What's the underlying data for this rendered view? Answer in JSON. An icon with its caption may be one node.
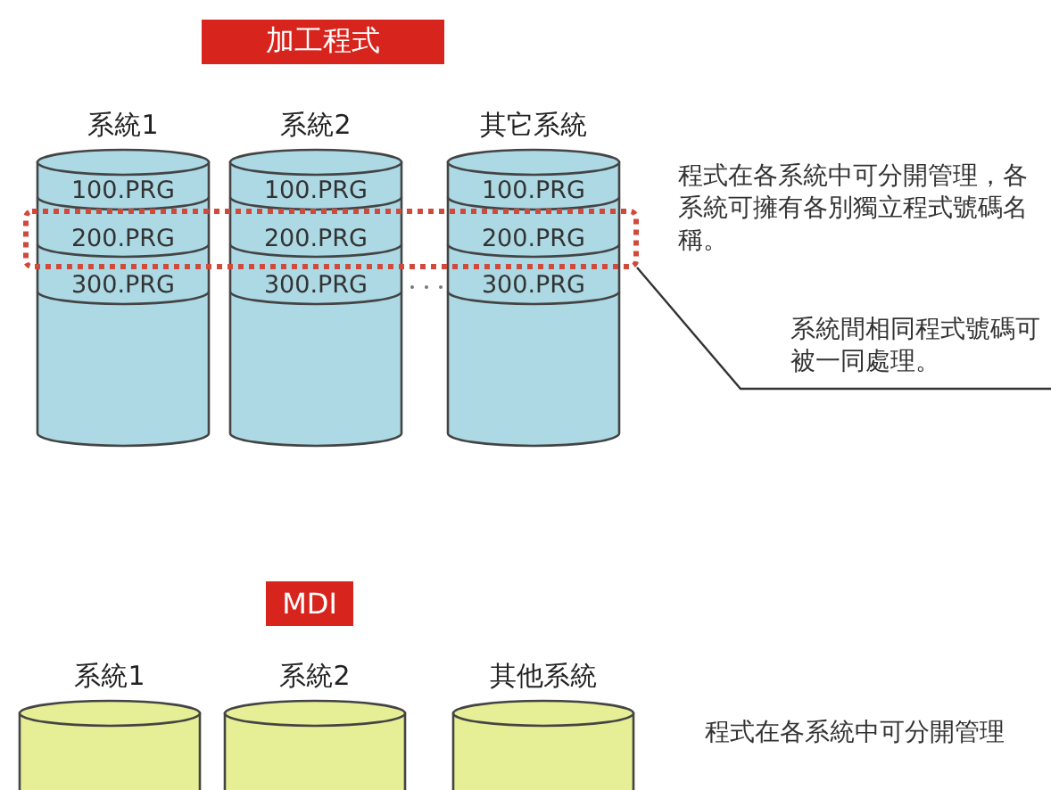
{
  "diagram": {
    "nodes": [
      {
        "text": [
          "加工程式"
        ]
      },
      {
        "text": [
          "系統1"
        ]
      },
      {
        "text": [
          "100.PRG"
        ],
        "in": 1
      },
      {
        "text": [
          "200.PRG"
        ]
      },
      {
        "text": [
          "300.PRG"
        ],
        "in": 1
      },
      {
        "text": [
          "系統2"
        ]
      },
      {
        "text": [
          "100.PRG"
        ],
        "in": 5
      },
      {
        "text": [
          "200.PRG"
        ]
      },
      {
        "text": [
          "300.PRG"
        ],
        "in": 5
      },
      {
        "text": [
          "其它系統"
        ]
      },
      {
        "text": [
          "100.PRG"
        ],
        "in": 9
      },
      {
        "text": [
          "200.PRG"
        ]
      },
      {
        "text": [
          "300.PRG"
        ],
        "in": 9
      },
      {
        "text": [],
        "shape": "box"
      },
      {
        "text": [
          "系統間相同程式號碼可被一同處理。"
        ]
      },
      {
        "text": [
          "MDI"
        ]
      },
      {
        "text": [
          "系統1"
        ]
      },
      {
        "text": [
          "系統2"
        ]
      },
      {
        "text": [
          "其他系統"
        ]
      }
    ],
    "edges": [
      {
        "from": 14,
        "to": 13,
        "arrow": "none"
      }
    ],
    "labels": [
      "程式在各系統中可分開管理，各系統可擁有各別獨立程式號碼名稱。",
      "程式在各系統中可分開管理"
    ]
  }
}
